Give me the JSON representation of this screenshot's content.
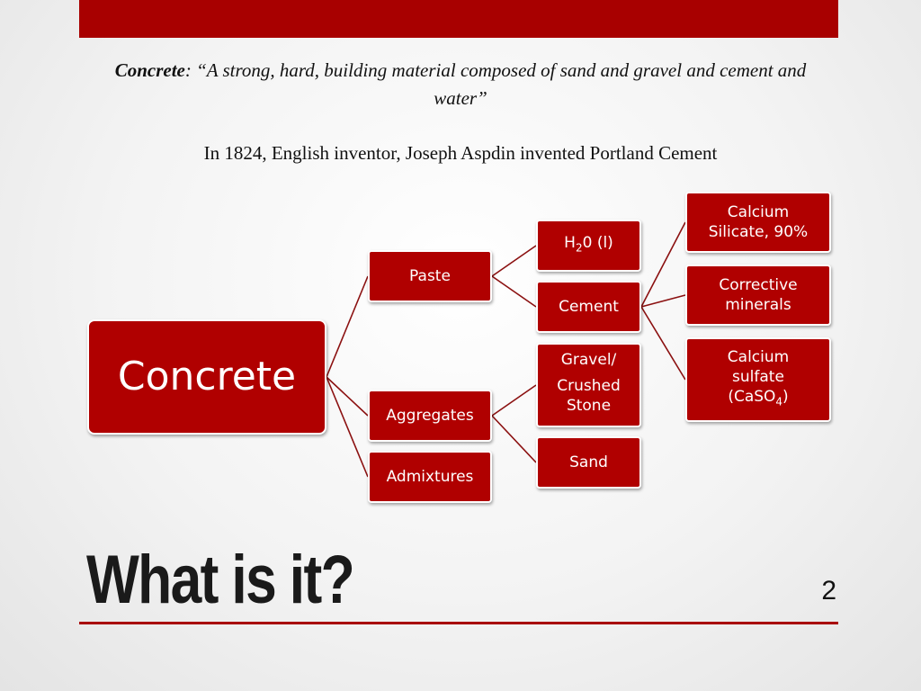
{
  "intro": {
    "definition_term": "Concrete",
    "definition_text": ": “A strong, hard, building material composed of sand and gravel and cement and water”",
    "invention": "In 1824, English inventor, Joseph Aspdin invented Portland Cement"
  },
  "diagram": {
    "root": "Concrete",
    "paste": "Paste",
    "aggregates": "Aggregates",
    "admixtures": "Admixtures",
    "water_base": "H",
    "water_sub": "2",
    "water_rest": "0 (l)",
    "cement": "Cement",
    "gravel_line1": "Gravel/",
    "gravel_line2": "Crushed",
    "gravel_line3": "Stone",
    "sand": "Sand",
    "silicate_line1": "Calcium",
    "silicate_line2": "Silicate, 90%",
    "corrective_line1": "Corrective",
    "corrective_line2": "minerals",
    "sulfate_line1": "Calcium",
    "sulfate_line2": "sulfate",
    "sulfate_open": "(CaSO",
    "sulfate_sub": "4",
    "sulfate_close": ")"
  },
  "slide": {
    "title": "What is it?",
    "page_number": "2"
  },
  "colors": {
    "accent": "#a80000",
    "node_fill": "#b00000",
    "connector": "#8b1010"
  }
}
